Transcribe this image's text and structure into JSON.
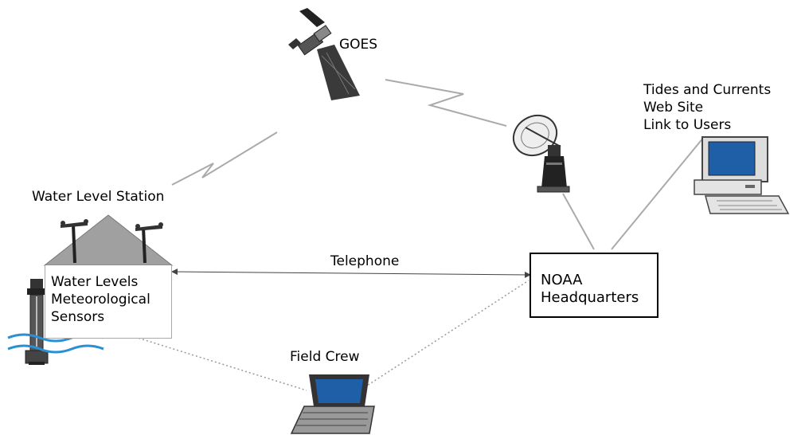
{
  "labels": {
    "goes": "GOES",
    "tides_site": "Tides and Currents\nWeb Site\nLink to Users",
    "water_level_station": "Water Level Station",
    "station_sensors": "Water Levels\nMeteorological\nSensors",
    "telephone": "Telephone",
    "noaa_hq": "NOAA\nHeadquarters",
    "field_crew": "Field Crew"
  },
  "icons": {
    "satellite": "satellite-icon",
    "dish": "satellite-dish-icon",
    "computer": "desktop-computer-icon",
    "laptop": "laptop-icon",
    "gauge": "tide-gauge-icon",
    "anemometer": "anemometer-icon"
  },
  "colors": {
    "link_line": "#aaaaaa",
    "roof": "#a0a0a0",
    "water": "#2a8fd4",
    "screen": "#1e5fa8"
  }
}
